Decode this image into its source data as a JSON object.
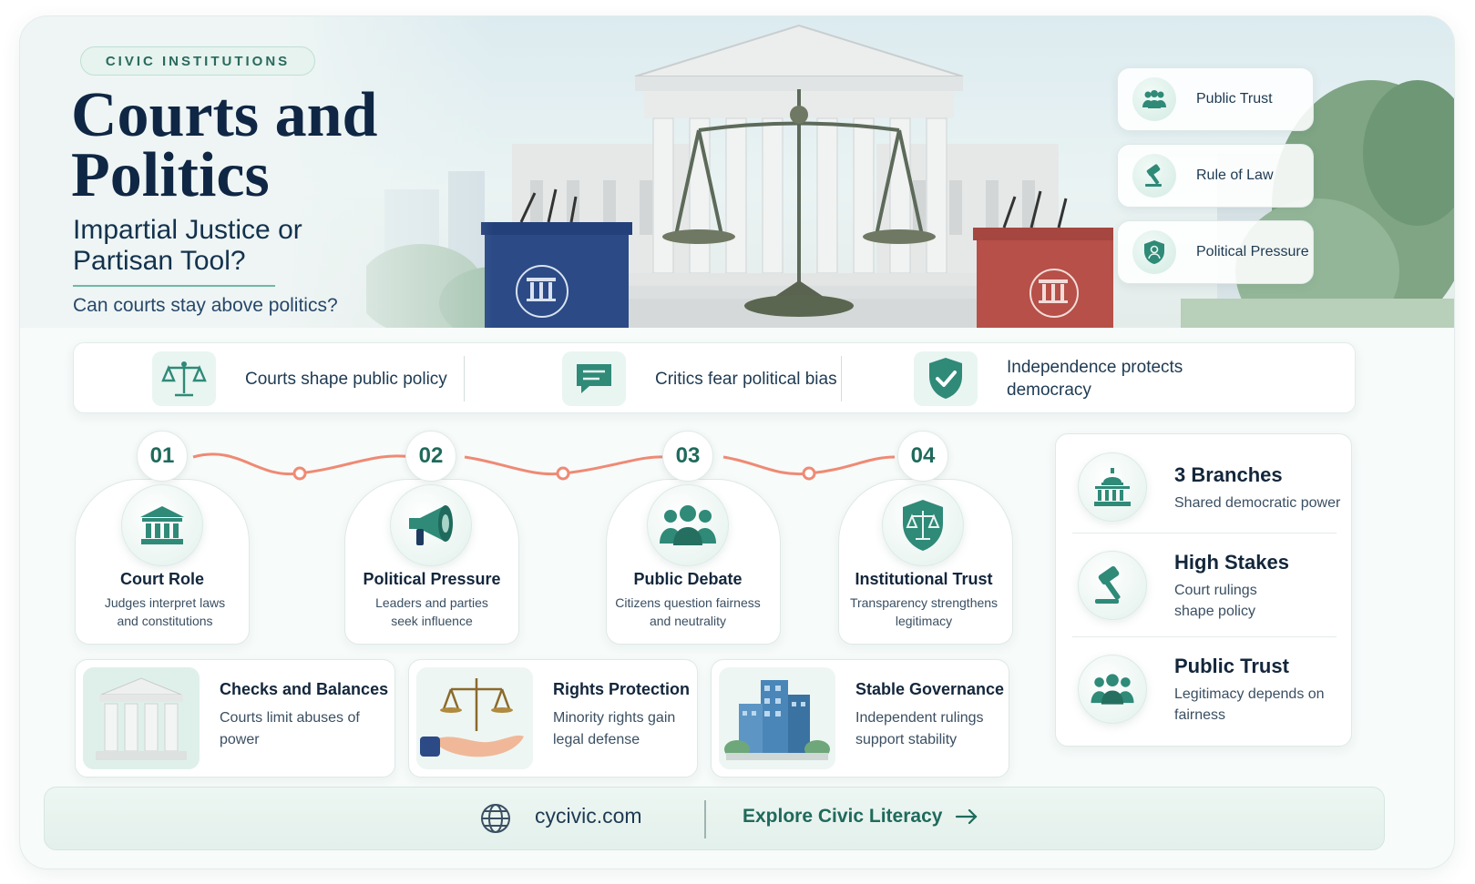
{
  "hero": {
    "tag": "CIVIC INSTITUTIONS",
    "title": "Courts and Politics",
    "subtitle": "Impartial Justice or Partisan Tool?",
    "question": "Can courts stay above politics?",
    "pills": [
      {
        "label": "Public Trust",
        "icon": "people-icon"
      },
      {
        "label": "Rule of Law",
        "icon": "gavel-icon"
      },
      {
        "label": "Political Pressure",
        "icon": "shield-person-icon"
      }
    ]
  },
  "facts": [
    {
      "text": "Courts shape public policy",
      "icon": "scales-icon"
    },
    {
      "text": "Critics fear political bias",
      "icon": "speech-bubble-icon"
    },
    {
      "text": "Independence protects democracy",
      "icon": "shield-check-icon"
    }
  ],
  "steps": [
    {
      "num": "01",
      "title": "Court Role",
      "desc": "Judges interpret laws and constitutions",
      "icon": "courthouse-icon"
    },
    {
      "num": "02",
      "title": "Political Pressure",
      "desc": "Leaders and parties seek influence",
      "icon": "megaphone-icon"
    },
    {
      "num": "03",
      "title": "Public Debate",
      "desc": "Citizens question fairness and neutrality",
      "icon": "people-icon"
    },
    {
      "num": "04",
      "title": "Institutional Trust",
      "desc": "Transparency strengthens legitimacy",
      "icon": "shield-scales-icon"
    }
  ],
  "features": [
    {
      "title": "Checks and Balances",
      "desc": "Courts limit abuses of power",
      "icon": "columns-icon"
    },
    {
      "title": "Rights Protection",
      "desc": "Minority rights gain legal defense",
      "icon": "hand-scales-icon"
    },
    {
      "title": "Stable Governance",
      "desc": "Independent rulings support stability",
      "icon": "city-icon"
    }
  ],
  "stats": [
    {
      "title": "3 Branches",
      "desc": "Shared democratic power",
      "icon": "capitol-icon"
    },
    {
      "title": "High Stakes",
      "desc": "Court rulings shape policy",
      "icon": "gavel-icon"
    },
    {
      "title": "Public Trust",
      "desc": "Legitimacy depends on fairness",
      "icon": "people-icon"
    }
  ],
  "footer": {
    "site": "cycivic.com",
    "cta": "Explore Civic Literacy"
  },
  "colors": {
    "accent": "#1f6a5c",
    "teal_icon": "#2f8a78",
    "navy": "#0f2744",
    "timeline": "#ef8a74",
    "podium_blue": "#2b4a86",
    "podium_red": "#b65048"
  }
}
